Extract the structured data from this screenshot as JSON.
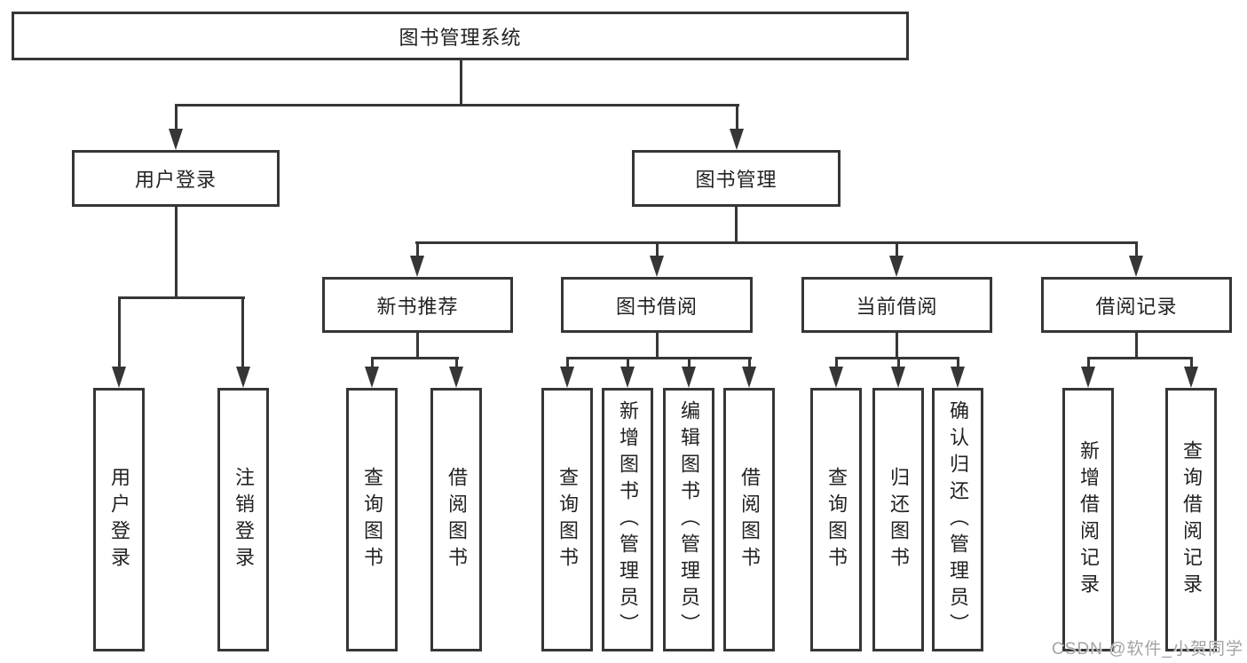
{
  "colors": {
    "line": "#363636",
    "background": "#ffffff",
    "text": "#222222",
    "watermark": "#a3a3a3"
  },
  "watermark": {
    "text": "CSDN @软件_小贺同学"
  },
  "tree": {
    "root": {
      "label": "图书管理系统",
      "children": [
        {
          "label": "用户登录",
          "children": [
            {
              "label": "用户登录"
            },
            {
              "label": "注销登录"
            }
          ]
        },
        {
          "label": "图书管理",
          "children": [
            {
              "label": "新书推荐",
              "children": [
                {
                  "label": "查询图书"
                },
                {
                  "label": "借阅图书"
                }
              ]
            },
            {
              "label": "图书借阅",
              "children": [
                {
                  "label": "查询图书"
                },
                {
                  "label": "新增图书（管理员）"
                },
                {
                  "label": "编辑图书（管理员）"
                },
                {
                  "label": "借阅图书"
                }
              ]
            },
            {
              "label": "当前借阅",
              "children": [
                {
                  "label": "查询图书"
                },
                {
                  "label": "归还图书"
                },
                {
                  "label": "确认归还（管理员）"
                }
              ]
            },
            {
              "label": "借阅记录",
              "children": [
                {
                  "label": "新增借阅记录"
                },
                {
                  "label": "查询借阅记录"
                }
              ]
            }
          ]
        }
      ]
    }
  }
}
